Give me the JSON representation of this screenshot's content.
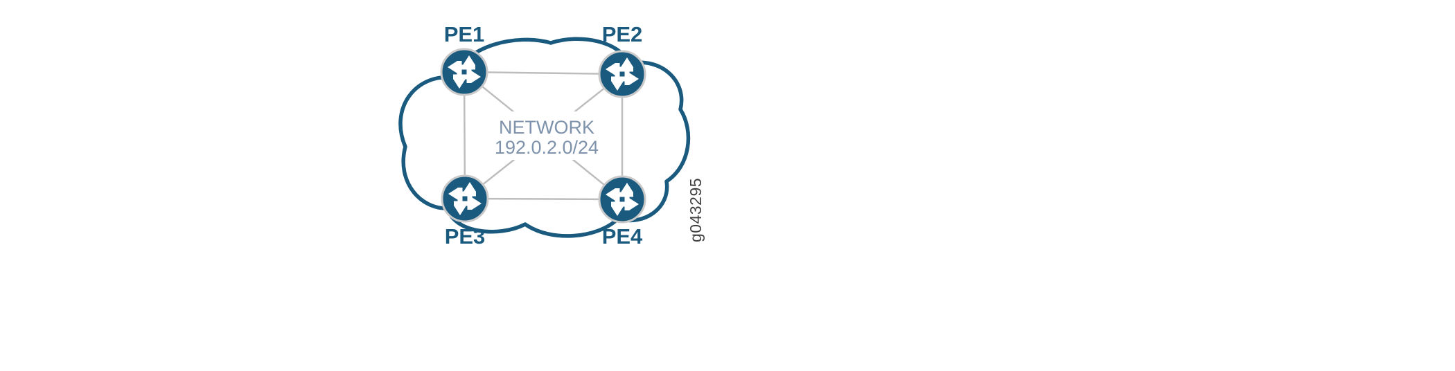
{
  "figure": {
    "type": "network-topology-diagram",
    "network_label": {
      "line1": "NETWORK",
      "line2": "192.0.2.0/24"
    },
    "nodes": [
      {
        "id": "PE1",
        "label": "PE1",
        "kind": "router"
      },
      {
        "id": "PE2",
        "label": "PE2",
        "kind": "router"
      },
      {
        "id": "PE3",
        "label": "PE3",
        "kind": "router"
      },
      {
        "id": "PE4",
        "label": "PE4",
        "kind": "router"
      }
    ],
    "links": [
      {
        "from": "PE1",
        "to": "PE2"
      },
      {
        "from": "PE1",
        "to": "PE3"
      },
      {
        "from": "PE1",
        "to": "PE4"
      },
      {
        "from": "PE2",
        "to": "PE3"
      },
      {
        "from": "PE2",
        "to": "PE4"
      },
      {
        "from": "PE3",
        "to": "PE4"
      }
    ],
    "figure_id": "g043295",
    "colors": {
      "primary_blue": "#1A5A7E",
      "link_gray": "#BDBDBD",
      "network_text": "#7E92AB",
      "figure_id_text": "#3F3F3F",
      "node_ring": "#C9C9C9",
      "background": "#FFFFFF"
    }
  }
}
